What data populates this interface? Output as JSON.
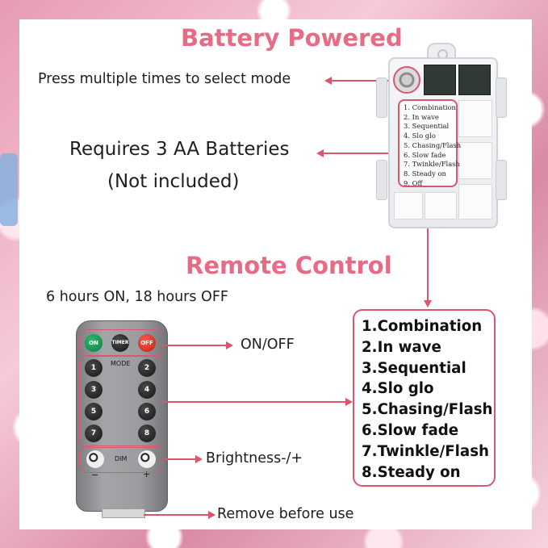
{
  "header": {
    "battery_title": "Battery Powered",
    "remote_title": "Remote Control"
  },
  "battery": {
    "press_note": "Press multiple times to select mode",
    "requires_line1": "Requires 3 AA Batteries",
    "requires_line2": "(Not included)",
    "modes": [
      "1. Combination",
      "2. In wave",
      "3. Sequential",
      "4. Slo glo",
      "5. Chasing/Flash",
      "6. Slow fade",
      "7. Twinkle/Flash",
      "8. Steady on",
      "9. Off"
    ]
  },
  "remote": {
    "timer_note": "6 hours ON, 18 hours OFF",
    "on_off_label": "ON/OFF",
    "brightness_label": "Brightness-/+",
    "remove_label": "Remove before use",
    "buttons": {
      "on": "ON",
      "timer": "TIMER",
      "off": "OFF",
      "mode": "MODE",
      "dim": "DIM",
      "minus": "−",
      "plus": "+"
    },
    "numbers": [
      "1",
      "2",
      "3",
      "4",
      "5",
      "6",
      "7",
      "8"
    ],
    "modes": [
      "1.Combination",
      "2.In wave",
      "3.Sequential",
      "4.Slo glo",
      "5.Chasing/Flash",
      "6.Slow fade",
      "7.Twinkle/Flash",
      "8.Steady on"
    ]
  },
  "colors": {
    "accent": "#e76b85",
    "line": "#d9566f"
  }
}
